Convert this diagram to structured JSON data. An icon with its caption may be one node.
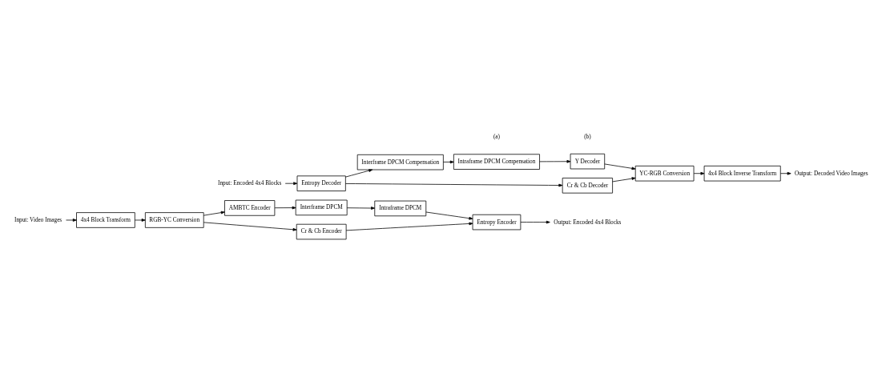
{
  "diagram": {
    "nodes": [
      {
        "text": [
          "Input: Video Images"
        ]
      },
      {
        "text": [
          "4x4 Block Transform"
        ]
      },
      {
        "text": [
          "RGB-YC Conversion"
        ]
      },
      {
        "text": [
          "AMBTC Encoder"
        ]
      },
      {
        "text": [
          "Interframe DPCM"
        ]
      },
      {
        "text": [
          "Intraframe DPCM"
        ]
      },
      {
        "text": [
          "Cr & Cb Encoder"
        ]
      },
      {
        "text": [
          "Entropy Encoder"
        ]
      },
      {
        "text": [
          "Output: Encoded 4x4 Blocks"
        ]
      },
      {
        "text": [
          "Input: Encoded 4x4 Blocks"
        ]
      },
      {
        "text": [
          "Entropy Decoder"
        ]
      },
      {
        "text": [
          "Interframe DPCM Compensation"
        ]
      },
      {
        "text": [
          "Intraframe DPCM Compensation"
        ]
      },
      {
        "text": [
          "Y Decoder"
        ]
      },
      {
        "text": [
          "Cr & Cb Decoder"
        ]
      },
      {
        "text": [
          "YC-RGB Conversion"
        ]
      },
      {
        "text": [
          "4x4 Block Inverse Transform"
        ]
      },
      {
        "text": [
          "Output: Decoded Video Images"
        ]
      }
    ],
    "edges": [
      {
        "from": 0,
        "to": 1,
        "arrow": "to"
      },
      {
        "from": 1,
        "to": 2,
        "arrow": "to"
      },
      {
        "from": 2,
        "to": 3,
        "arrow": "to"
      },
      {
        "from": 2,
        "to": 6,
        "arrow": "to"
      },
      {
        "from": 3,
        "to": 4,
        "arrow": "to"
      },
      {
        "from": 4,
        "to": 5,
        "arrow": "to"
      },
      {
        "from": 5,
        "to": 7,
        "arrow": "to"
      },
      {
        "from": 6,
        "to": 7,
        "arrow": "to"
      },
      {
        "from": 7,
        "to": 8,
        "arrow": "to"
      },
      {
        "from": 9,
        "to": 10,
        "arrow": "to"
      },
      {
        "from": 10,
        "to": 11,
        "arrow": "to"
      },
      {
        "from": 11,
        "to": 12,
        "arrow": "to"
      },
      {
        "from": 12,
        "to": 13,
        "arrow": "to"
      },
      {
        "from": 13,
        "to": 15,
        "arrow": "to"
      },
      {
        "from": 10,
        "to": 14,
        "arrow": "to"
      },
      {
        "from": 14,
        "to": 15,
        "arrow": "to"
      },
      {
        "from": 15,
        "to": 16,
        "arrow": "to"
      },
      {
        "from": 16,
        "to": 17,
        "arrow": "to"
      }
    ],
    "labels": [
      "(a)",
      "(b)"
    ]
  }
}
